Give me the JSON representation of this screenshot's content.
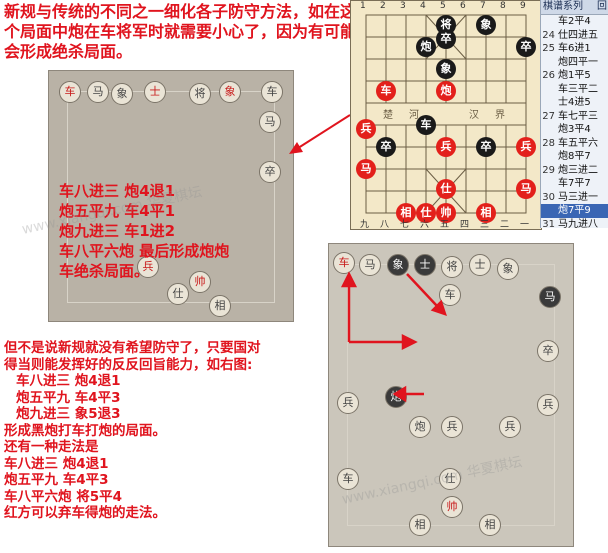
{
  "heading": "新规与传统的不同之一细化各子防守方法，如在这个局面中炮在车将军时就需要小心了，因为有可能会形成绝杀局面。",
  "photo1_moves": [
    "车八进三  炮4退1",
    "炮五平九  车4平1",
    "炮九进三  车1进2",
    "车八平六炮  最后形成炮炮",
    "车绝杀局面。"
  ],
  "board": {
    "top_labels": [
      "1",
      "2",
      "3",
      "4",
      "5",
      "6",
      "7",
      "8",
      "9"
    ],
    "bottom_labels": [
      "九",
      "八",
      "七",
      "六",
      "五",
      "四",
      "三",
      "二",
      "一"
    ],
    "river_text": [
      "楚",
      "河",
      "汉",
      "界"
    ],
    "pieces": [
      {
        "c": "b",
        "t": "将"
      },
      {
        "c": "b",
        "t": "象"
      },
      {
        "c": "b",
        "t": "炮"
      },
      {
        "c": "b",
        "t": "卒"
      },
      {
        "c": "b",
        "t": "象"
      },
      {
        "c": "r",
        "t": "车"
      },
      {
        "c": "r",
        "t": "炮"
      },
      {
        "c": "b",
        "t": "卒"
      },
      {
        "c": "r",
        "t": "兵"
      },
      {
        "c": "b",
        "t": "车"
      },
      {
        "c": "r",
        "t": "兵"
      },
      {
        "c": "b",
        "t": "卒"
      },
      {
        "c": "r",
        "t": "兵"
      },
      {
        "c": "r",
        "t": "马"
      },
      {
        "c": "r",
        "t": "仕"
      },
      {
        "c": "r",
        "t": "马"
      },
      {
        "c": "r",
        "t": "相"
      },
      {
        "c": "r",
        "t": "仕"
      },
      {
        "c": "r",
        "t": "帅"
      },
      {
        "c": "r",
        "t": "相"
      },
      {
        "c": "b",
        "t": "卒"
      }
    ]
  },
  "movelist": {
    "header": [
      "棋谱系列",
      "回"
    ],
    "rows": [
      {
        "n": "",
        "m": "车2平4"
      },
      {
        "n": "24",
        "m": "仕四进五"
      },
      {
        "n": "25",
        "m": "车6进1"
      },
      {
        "n": "",
        "m": "炮四平一"
      },
      {
        "n": "26",
        "m": "炮1平5"
      },
      {
        "n": "",
        "m": "车三平二"
      },
      {
        "n": "",
        "m": "士4进5"
      },
      {
        "n": "27",
        "m": "车七平三"
      },
      {
        "n": "",
        "m": "炮3平4"
      },
      {
        "n": "28",
        "m": "车五平六"
      },
      {
        "n": "",
        "m": "炮8平7"
      },
      {
        "n": "29",
        "m": "炮三进二"
      },
      {
        "n": "",
        "m": "车7平7"
      },
      {
        "n": "30",
        "m": "马三进一"
      },
      {
        "n": "",
        "m": "炮7平9"
      },
      {
        "n": "31",
        "m": "马九进八"
      }
    ],
    "selected_index": 14
  },
  "lower_text": [
    "但不是说新规就没有希望防守了，只要国对",
    "得当则能发挥好的反反回旨能力，如右图:",
    "车八进三    炮4退1",
    "炮五平九      车4平3",
    "炮九进三      象5退3",
    "形成黑炮打车打炮的局面。",
    "还有一种走法是",
    "车八进三    炮4退1",
    "炮五平九    车4平3",
    "车八平六炮  将5平4",
    "红方可以弃车得炮的走法。"
  ],
  "watermark": "www.xiangqi.com 华夏棋坛",
  "colors": {
    "accent": "#e0141e",
    "board": "#f3e8c8",
    "photo": "#b9b2a6",
    "arrow": "#e0141e"
  }
}
